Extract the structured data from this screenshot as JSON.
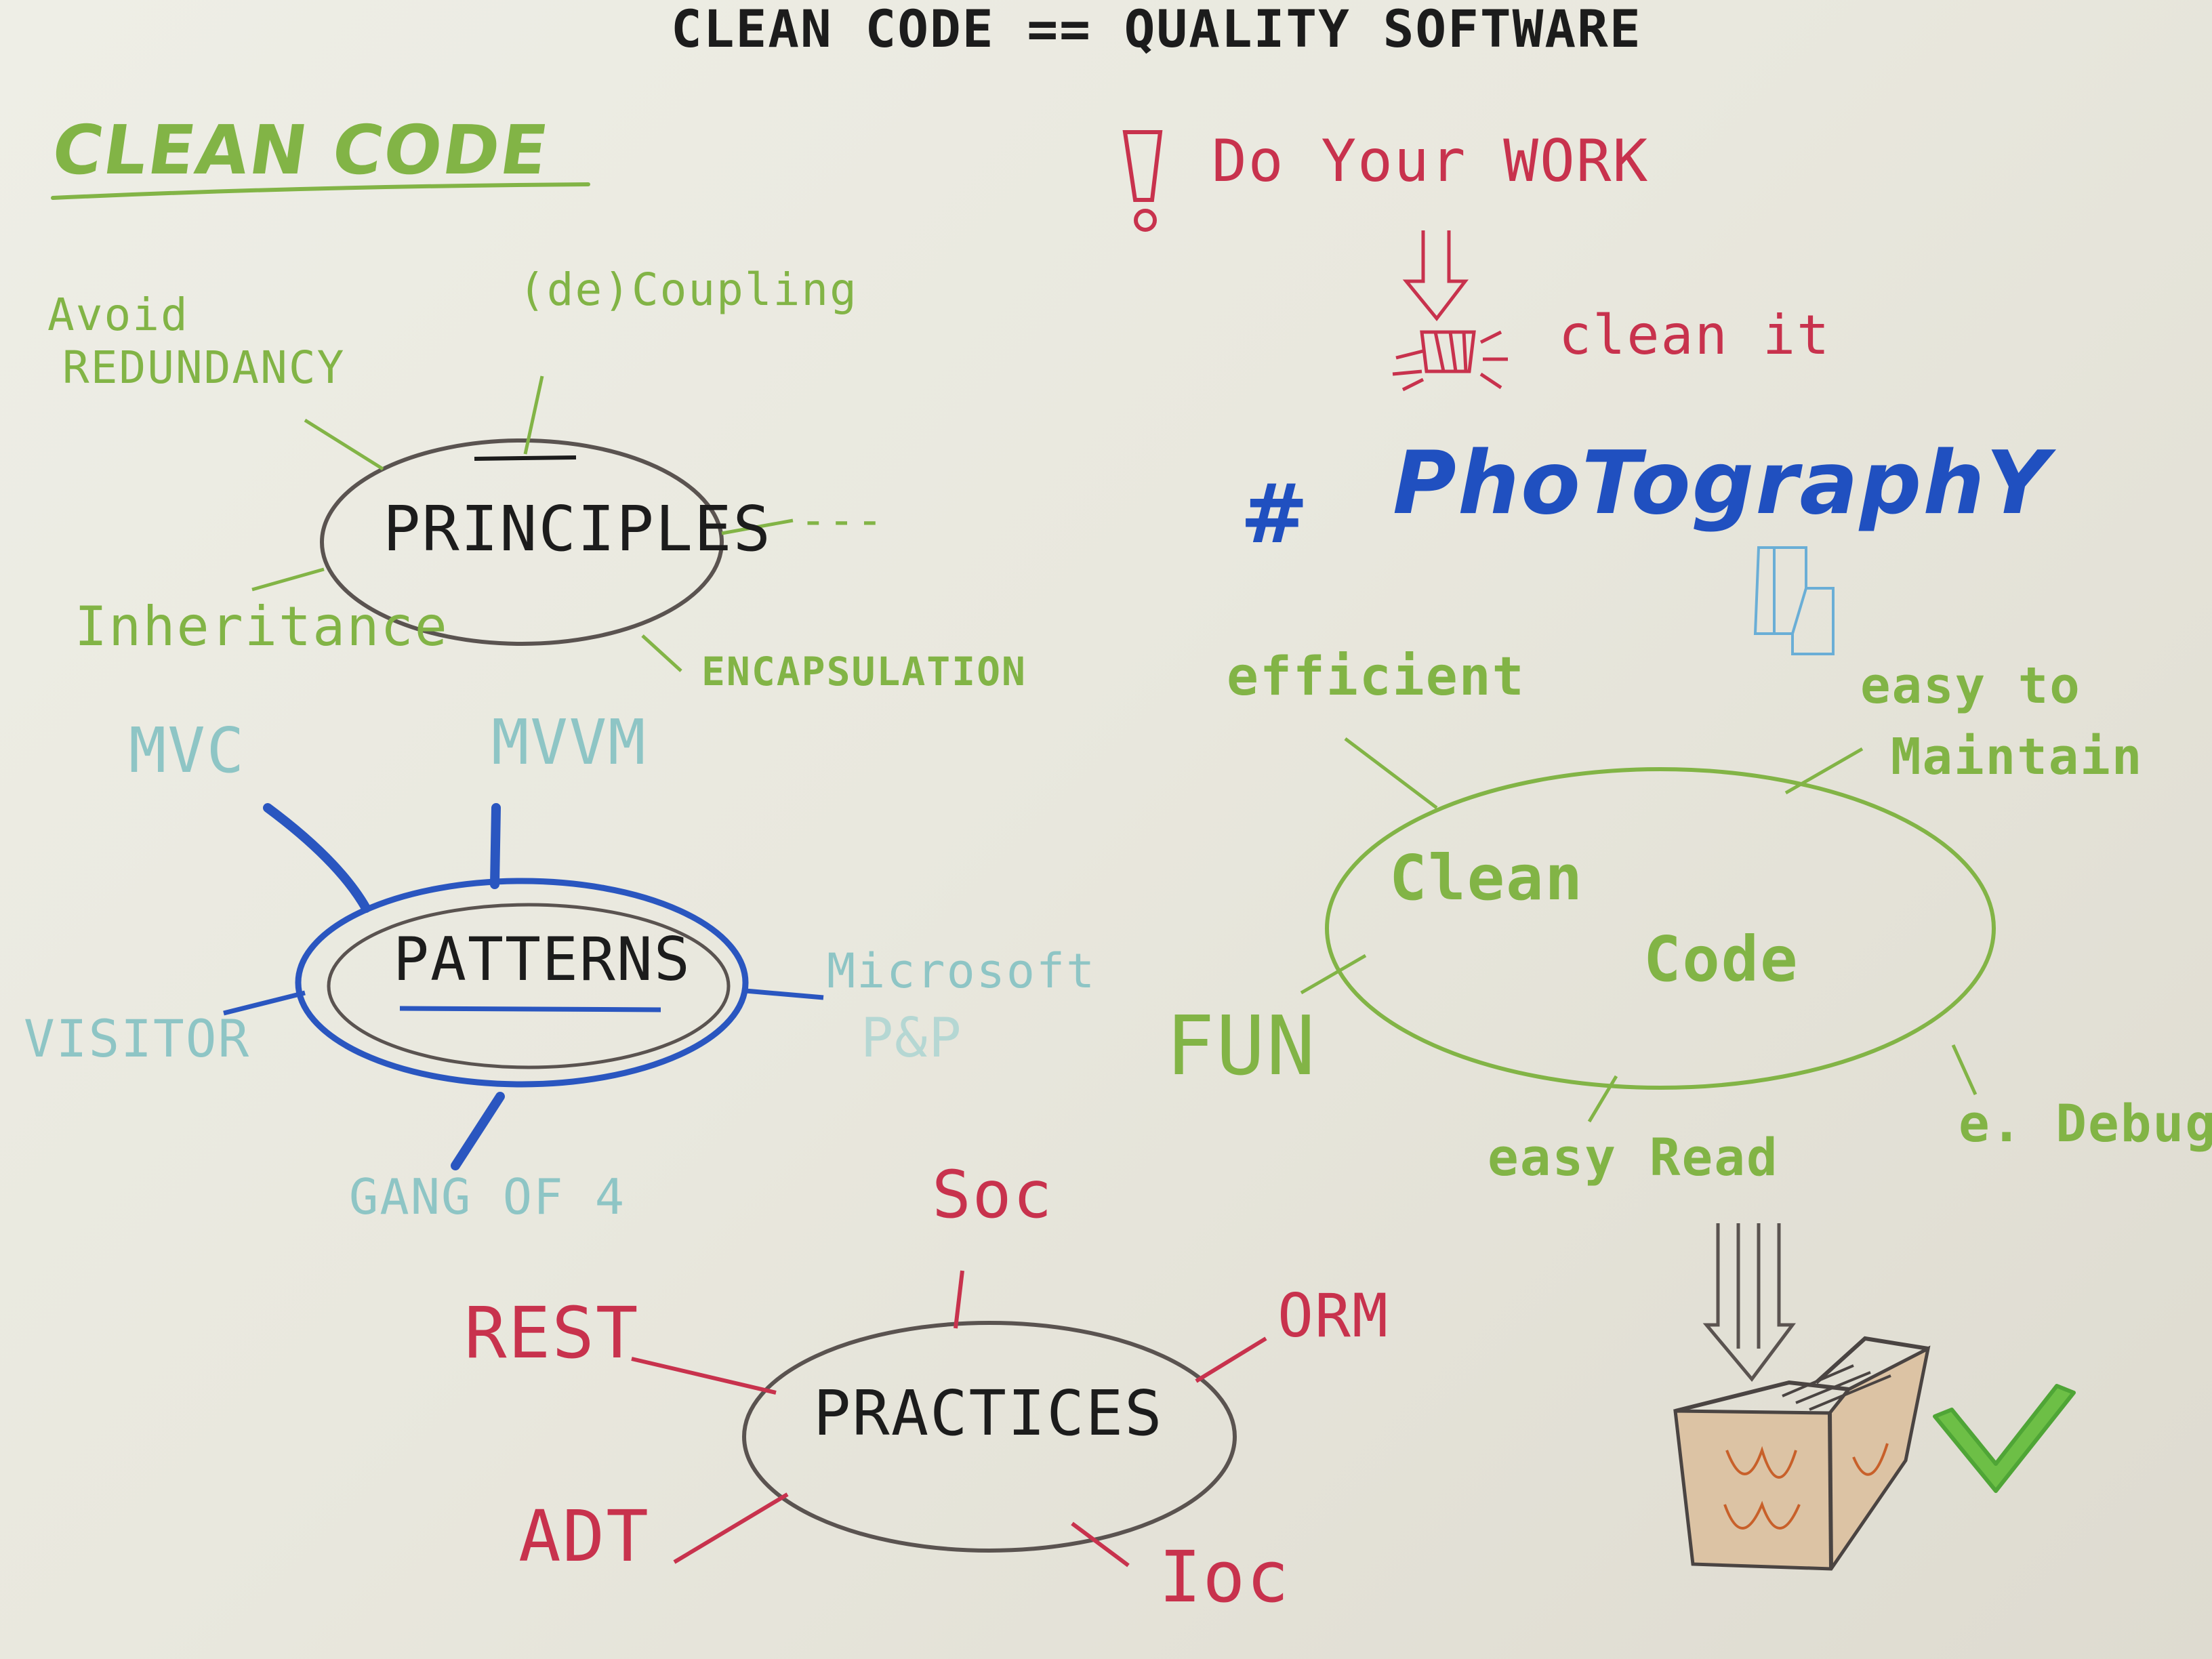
{
  "colors": {
    "black": "#1c1c1c",
    "green": "#82b446",
    "red": "#c8324d",
    "blue": "#2050c0",
    "teal": "#8ec5c5",
    "paper": "#e9e8de"
  },
  "title": "CLEAN CODE == QUALITY SOFTWARE",
  "heading": "CLEAN CODE",
  "principles": {
    "center": "PRINCIPLES",
    "branches": [
      "Avoid",
      "REDUNDANCY",
      "(de)Coupling",
      "---",
      "Inheritance",
      "ENCAPSULATION"
    ]
  },
  "patterns": {
    "center": "PATTERNS",
    "branches": [
      "MVC",
      "MVVM",
      "VISITOR",
      "Microsoft",
      "P&P",
      "GANG OF 4"
    ]
  },
  "practices": {
    "center": "PRACTICES",
    "branches": [
      "Soc",
      "REST",
      "ORM",
      "ADT",
      "Ioc"
    ]
  },
  "right": {
    "exclamation": "!",
    "do_your_work": "Do Your WORK",
    "clean_it": "clean it",
    "hash": "#",
    "photography": "PhoTographY"
  },
  "clean_code": {
    "center_line1": "Clean",
    "center_line2": "Code",
    "branches": [
      "efficient",
      "easy to",
      "Maintain",
      "FUN",
      "easy Read",
      "e. Debug"
    ]
  },
  "icons": [
    "broom-icon",
    "camera-icon",
    "arrow-down-icon",
    "trash-bin-icon",
    "checkmark-icon"
  ]
}
